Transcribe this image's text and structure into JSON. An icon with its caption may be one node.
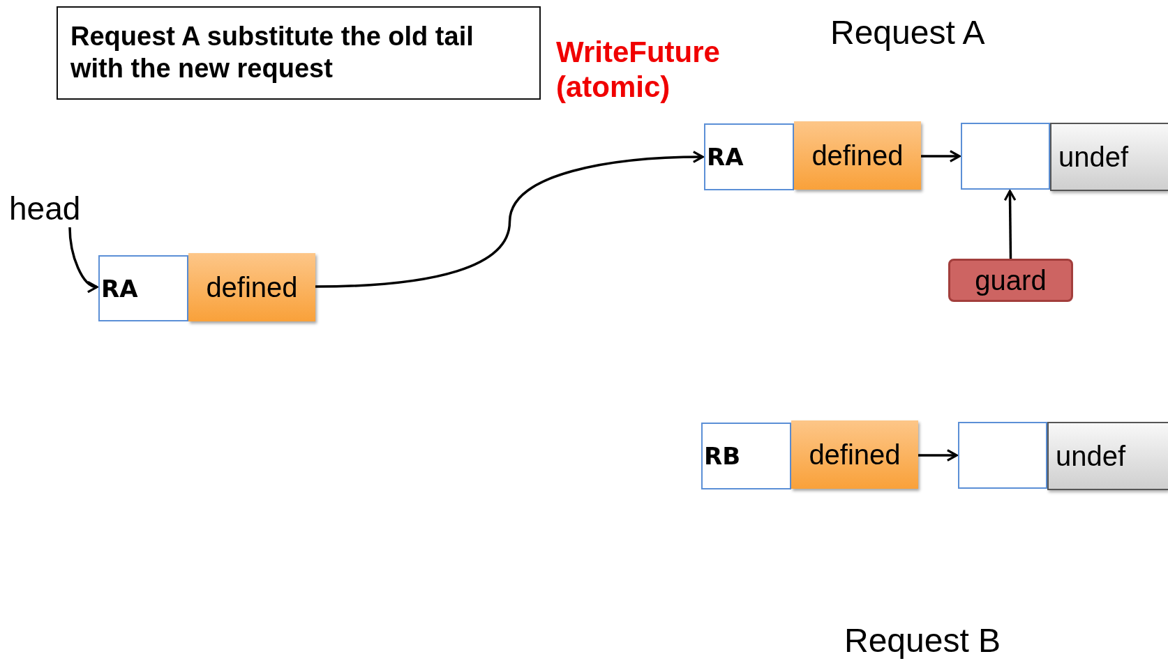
{
  "diagram": {
    "nodes": [
      {
        "text": [
          "Request A substitute the old tail with the new request"
        ]
      },
      {
        "text": [
          "head"
        ]
      },
      {
        "text": [
          "RA"
        ]
      },
      {
        "text": [
          "defined"
        ]
      },
      {
        "text": [
          "RA"
        ]
      },
      {
        "text": [
          "defined"
        ]
      },
      {
        "text": [],
        "shape": "box"
      },
      {
        "text": [
          "undef"
        ]
      },
      {
        "text": [
          "guard"
        ]
      },
      {
        "text": [
          "RB"
        ]
      },
      {
        "text": [
          "defined"
        ]
      },
      {
        "text": [],
        "shape": "box"
      },
      {
        "text": [
          "undef"
        ]
      }
    ],
    "edges": [
      {
        "from": 1,
        "to": 2,
        "arrow": "to"
      },
      {
        "from": 3,
        "to": 4,
        "arrow": "to"
      },
      {
        "from": 5,
        "to": 6,
        "arrow": "to"
      },
      {
        "from": 8,
        "to": 6,
        "arrow": "to"
      },
      {
        "from": 10,
        "to": 11,
        "arrow": "to"
      }
    ],
    "labels": [
      "WriteFuture (atomic)",
      "Request A",
      "Request B"
    ]
  }
}
